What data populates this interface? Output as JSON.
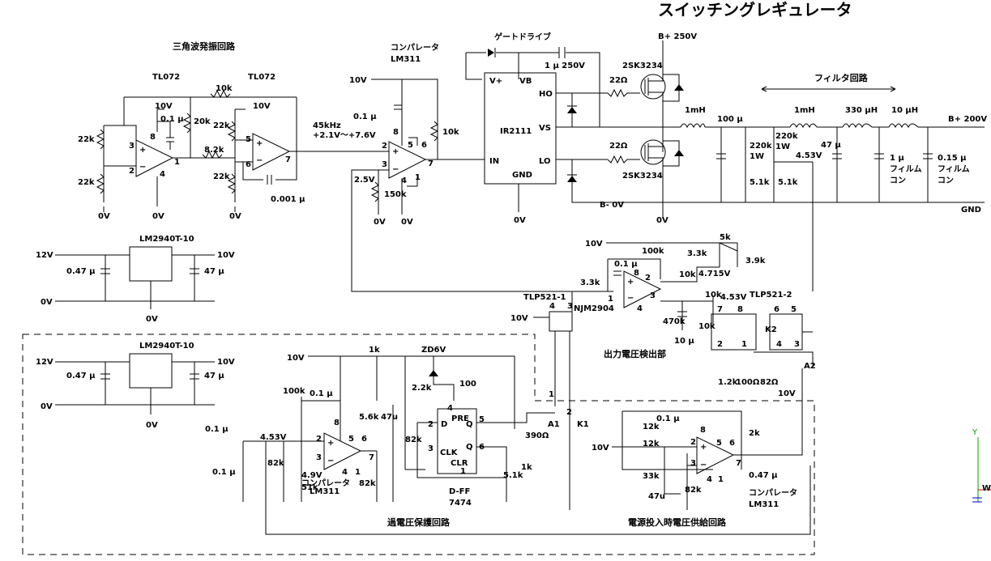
{
  "title": "スイッチングレギュレータ",
  "sections": {
    "triangle": "三角波発振回路",
    "gate_drive": "ゲートドライブ",
    "comparator_top": "コンパレータ",
    "filter": "フィルタ回路",
    "output_detect": "出力電圧検出部",
    "overvoltage": "過電圧保護回路",
    "startup": "電源投入時電圧供給回路"
  },
  "parts": {
    "tl072_a": "TL072",
    "tl072_b": "TL072",
    "lm311_top": "LM311",
    "ir2111": "IR2111",
    "sk_top": "2SK3234",
    "sk_bot": "2SK3234",
    "lm2940_a": "LM2940T-10",
    "lm2940_b": "LM2940T-10",
    "njm2904": "NJM2904",
    "tlp1": "TLP521-1",
    "tlp2": "TLP521-2",
    "zd": "ZD6V",
    "dff": "D-FF",
    "dff_num": "7474",
    "lm311_ov": "LM311",
    "comp_ov": "コンパレータ",
    "comp_st": "コンパレータ",
    "lm311_st": "LM311",
    "film1": "フィルム",
    "kon1": "コン",
    "film2": "フィルム",
    "kon2": "コン"
  },
  "rails": {
    "b250": "B+ 250V",
    "b200": "B+ 200V",
    "bminus": "B- 0V",
    "gnd": "GND",
    "v10": "10V",
    "v12": "12V",
    "v0": "0V",
    "v10b": "10V",
    "freq": "45kHz",
    "tri": "+2.1V〜+7.6V"
  },
  "values": {
    "r22k": "22k",
    "r20k": "20k",
    "r10k": "10k",
    "r8_2k": "8.2k",
    "c01": "0.1 μ",
    "c0001": "0.001 μ",
    "c1u250": "1 μ  250V",
    "r22": "22Ω",
    "l1mh": "1mH",
    "c100": "100 μ",
    "l330": "330 μH",
    "l10": "10 μH",
    "r220k": "220k",
    "w1": "1W",
    "c47u": "47 μ",
    "v453": "4.53V",
    "r5_1k": "5.1k",
    "c1film": "1 μ",
    "c015": "0.15 μ",
    "r150k": "150k",
    "v2_5": "2.5V",
    "c047": "0.47 μ",
    "c47": "47 μ",
    "r100k": "100k",
    "r3_3k": "3.3k",
    "r5k": "5k",
    "r3_9k": "3.9k",
    "v4715": "4.715V",
    "r470k": "470k",
    "c10": "10 μ",
    "r1_2k": "1.2k",
    "r100": "100Ω",
    "r82": "82Ω",
    "r1k": "1k",
    "r2_2k": "2.2k",
    "r100b": "100",
    "c47u2": "47u",
    "r5_6k": "5.6k",
    "r82k": "82k",
    "v49": "4.9V",
    "r51k": "51k",
    "r390": "390Ω",
    "r12k": "12k",
    "r33k": "33k",
    "r2k": "2k",
    "v4_53b": "4.53V"
  },
  "pins": {
    "vplus": "V+",
    "vb": "VB",
    "ho": "HO",
    "vs": "VS",
    "in": "IN",
    "lo": "LO",
    "gnd": "GND",
    "pre": "PRE",
    "clk": "CLK",
    "clr": "CLR",
    "d": "D",
    "q": "Q",
    "qb": "Q",
    "a1": "A1",
    "a2": "A2",
    "k1": "K1",
    "k2": "K2"
  },
  "axis": {
    "y": "Y",
    "x": "W"
  }
}
